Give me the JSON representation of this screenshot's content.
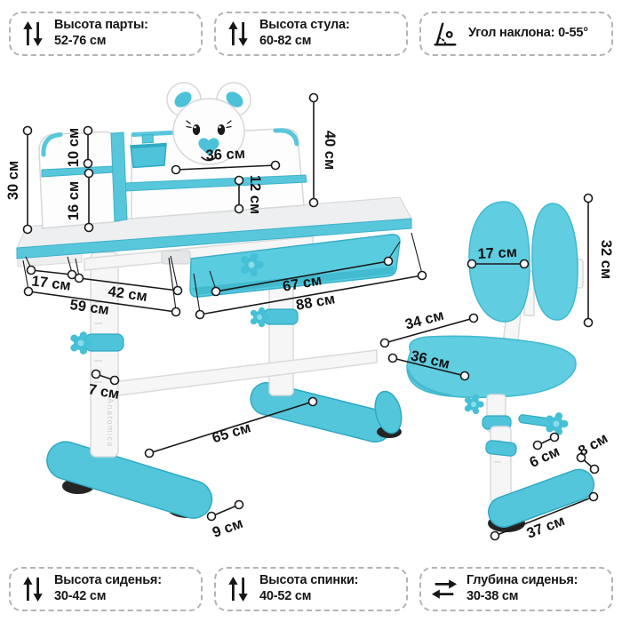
{
  "colors": {
    "accent_blue": "#56C6DC",
    "accent_blue_dark": "#2FA9C2",
    "text_dark": "#161616",
    "dimension_line": "#1A1A1A"
  },
  "info_boxes": {
    "top": [
      {
        "icon": "up-down-arrows",
        "line1": "Высота парты:",
        "line2": "52-76 см"
      },
      {
        "icon": "up-down-arrows",
        "line1": "Высота стула:",
        "line2": "60-82 см"
      },
      {
        "icon": "tilt-angle",
        "line1": "Угол наклона: 0-55°",
        "line2": ""
      }
    ],
    "bottom": [
      {
        "icon": "up-down-arrows",
        "line1": "Высота сиденья:",
        "line2": "30-42 см"
      },
      {
        "icon": "up-down-arrows",
        "line1": "Высота спинки:",
        "line2": "40-52 см"
      },
      {
        "icon": "left-right-arrows",
        "line1": "Глубина сиденья:",
        "line2": "30-38 см"
      }
    ]
  },
  "diagram": {
    "brand_on_leg": "Anatomica",
    "desk": {
      "hutch_height": "30 см",
      "upper_shelf_height": "10 см",
      "lower_shelf_height": "16 см",
      "shelf_width": "36 см",
      "shelf_to_desktop": "12 см",
      "hutch_above_desktop": "40 см",
      "side_margin": "17 см",
      "drawer_front_offset": "42 см",
      "desktop_depth": "59 см",
      "drawer_width": "67 см",
      "desktop_width": "88 см",
      "leg_thickness": "7 см",
      "feet_span": "65 см",
      "foot_end_width": "9 см"
    },
    "chair": {
      "backrest_half_width": "17 см",
      "backrest_height": "32 см",
      "seat_width": "34 см",
      "seat_depth": "36 см",
      "foot_clearance": "6 см",
      "foot_height": "8 см",
      "foot_length": "37 см"
    }
  }
}
